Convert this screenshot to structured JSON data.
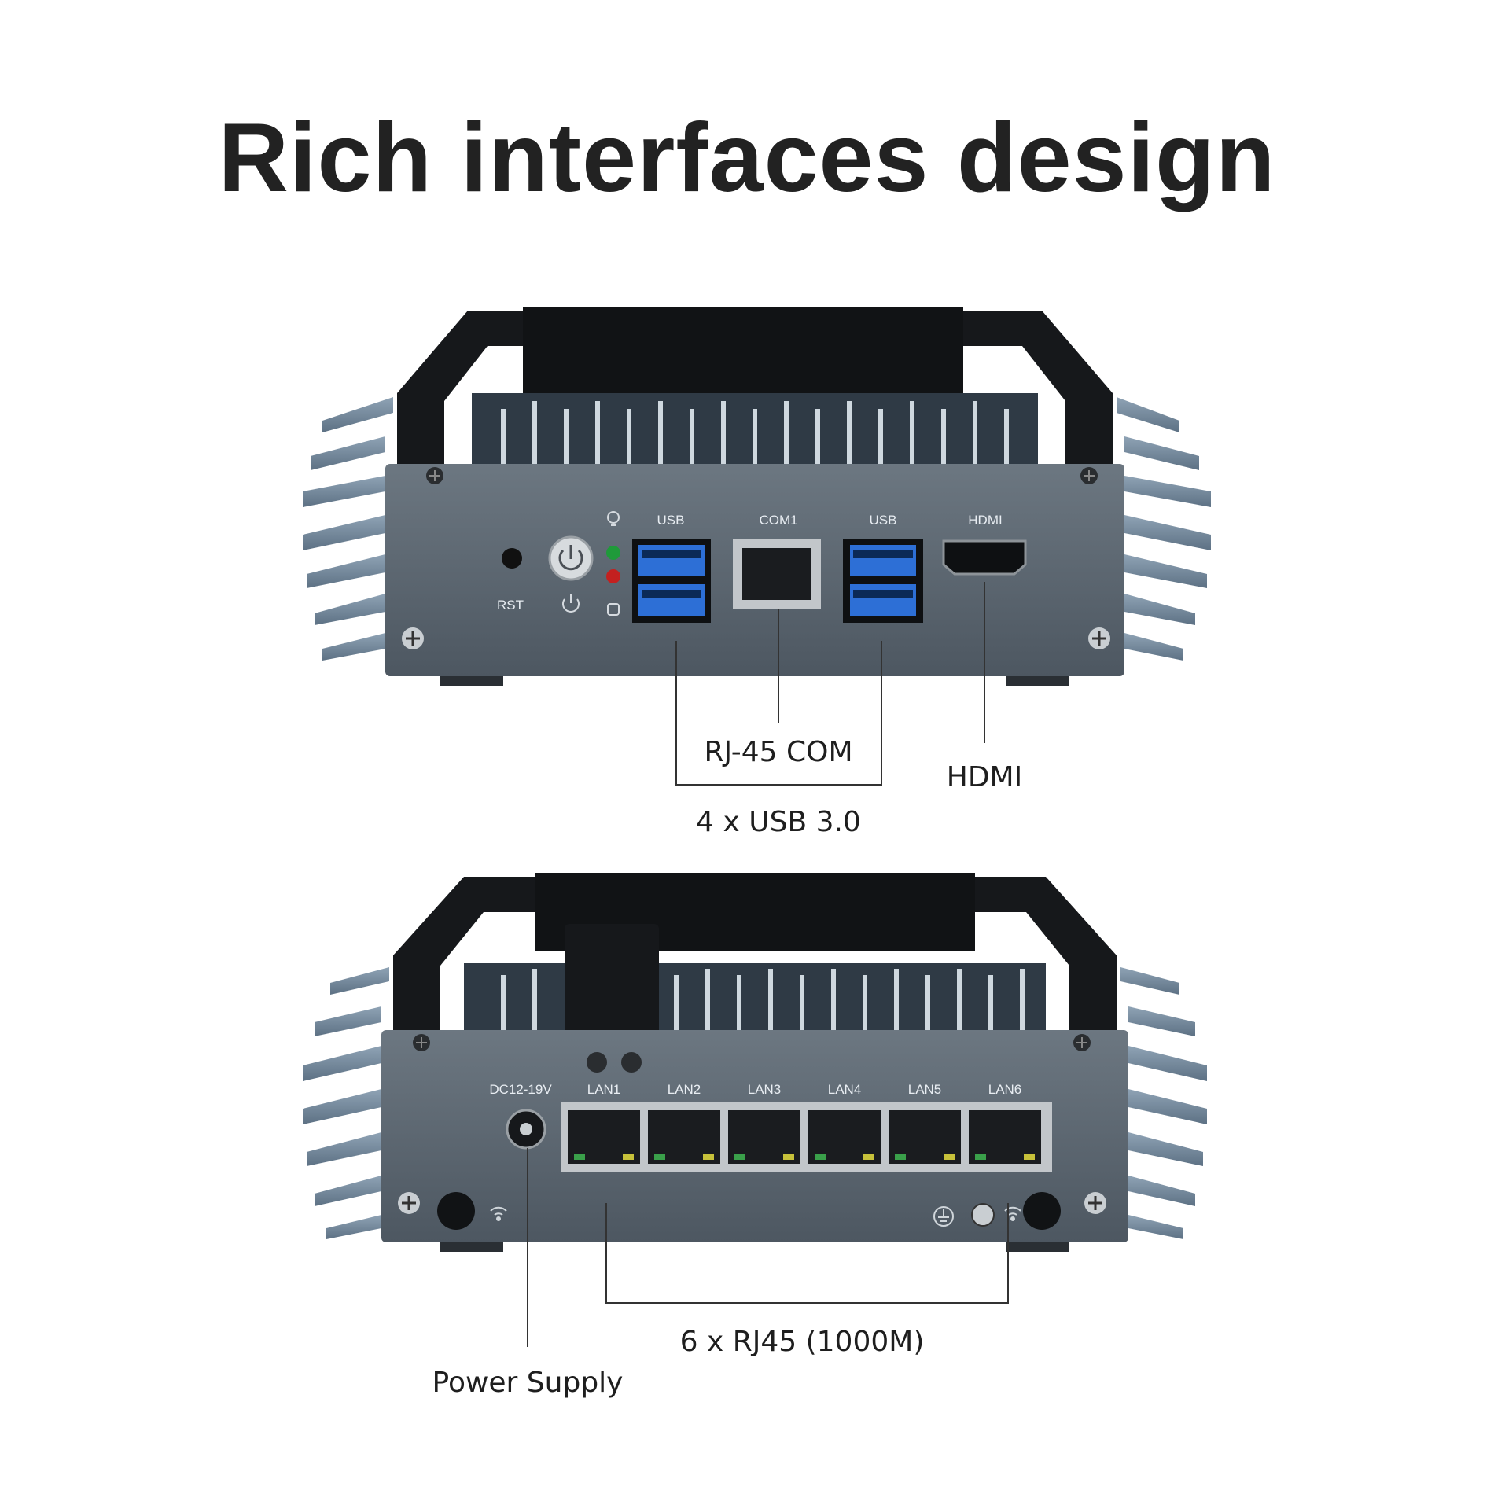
{
  "title": "Rich interfaces design",
  "front_panel": {
    "rst": "RST",
    "usb_left": "USB",
    "com1": "COM1",
    "usb_right": "USB",
    "hdmi": "HDMI"
  },
  "front_callouts": {
    "rj45_com": "RJ-45 COM",
    "hdmi": "HDMI",
    "usb": "4 x USB 3.0"
  },
  "rear_panel": {
    "dc": "DC12-19V",
    "lan": [
      "LAN1",
      "LAN2",
      "LAN3",
      "LAN4",
      "LAN5",
      "LAN6"
    ]
  },
  "rear_callouts": {
    "rj45": "6 x RJ45 (1000M)",
    "power": "Power Supply"
  },
  "colors": {
    "panel": "#5b6670",
    "fin": "#6f8293",
    "bracket": "#16181b",
    "usb_blue": "#2d6fd6",
    "led_green": "#1f9a3a",
    "led_red": "#c3201f"
  }
}
